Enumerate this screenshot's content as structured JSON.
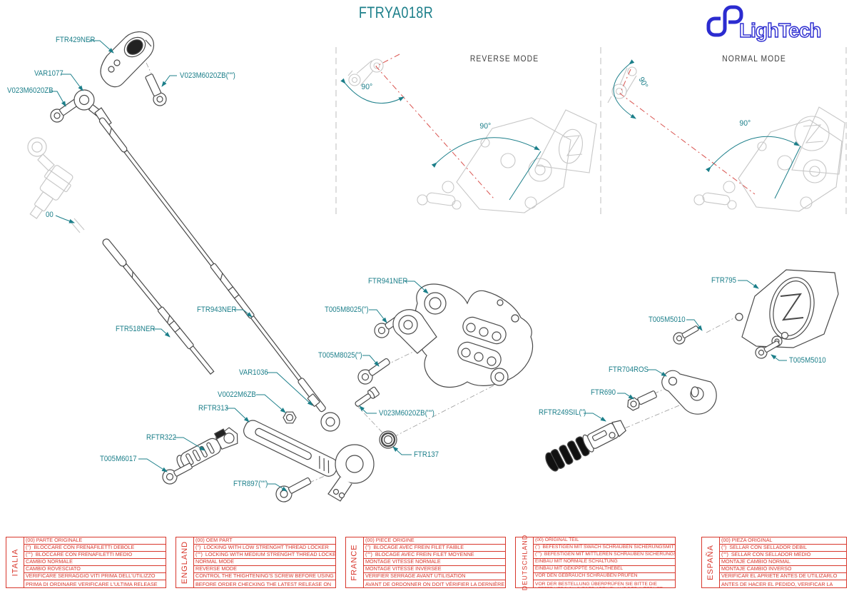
{
  "title": {
    "text": "FTRYA018R"
  },
  "logo": {
    "brand": "LighTech"
  },
  "modes": {
    "reverse": {
      "label": "REVERSE MODE",
      "angle_upper": "90°",
      "angle_lower": "90°"
    },
    "normal": {
      "label": "NORMAL MODE",
      "angle_upper": "90°",
      "angle_lower": "90°"
    }
  },
  "part_labels": [
    "FTR429NER",
    "VAR1077",
    "V023M6020ZB",
    "V023M6020ZB(\"\")",
    "00",
    "FTR943NER",
    "FTR518NER",
    "FTR941NER",
    "T005M8025(\")",
    "T005M8025(\")",
    "VAR1036",
    "V0022M6ZB",
    "RFTR313",
    "RFTR322",
    "T005M6017",
    "FTR897(\"\")",
    "V023M6020ZB(\"\")",
    "FTR137",
    "FTR795",
    "T005M5010",
    "T005M5010",
    "FTR704ROS",
    "FTR690",
    "RFTR249SIL(\")"
  ],
  "legend": {
    "boxes": [
      {
        "country": "ITALIA",
        "rows": [
          "(00) PARTE ORIGINALE",
          "(\")  BLOCCARE CON FRENAFILETTI DEBOLE",
          "(\"\")  BLOCCARE CON FRENAFILETTI MEDIO",
          "CAMBIO NORMALE",
          "CAMBIO ROVESCIATO",
          "VERIFICARE SERRAGGIO VITI PRIMA DELL'UTILIZZO",
          "PRIMA DI ORDINARE VERIFICARE L'ULTIMA RELEASE SUL SITO"
        ]
      },
      {
        "country": "ENGLAND",
        "rows": [
          "(00) OEM PART",
          "(\")  LOCKING WITH LOW STRENGHT THREAD LOCKER",
          "(\"\")  LOCKING WITH MEDIUM STRENGHT THREAD LOCKER",
          "NORMAL MODE",
          "REVERSE MODE",
          "CONTROL THE THIGHTENING'S SCREW BEFORE USING",
          "BEFORE ORDER CHECKING THE LATEST RELEASE ON WEBSITE"
        ]
      },
      {
        "country": "FRANCE",
        "rows": [
          "(00) PIECE ORIGINE",
          "(\")  BLOCAGE AVEC FREIN FILET FAIBLE",
          "(\"\")  BLOCAGE AVEC FREIN FILET MOYENNE",
          "MONTAGE VITESSE NORMALE",
          "MONTAGE VITESSE INVERSEE",
          "VERIFIER SERRAGE AVANT UTILISATION",
          "AVANT DE ORDONNER ON DOIT VÉRIFIER LA DERNIÈRE RELEASE SUR LE SITE INTERNET"
        ]
      },
      {
        "country": "DEUTSCHLAND",
        "rows": [
          "(00) ORIGINAL TEIL",
          "(\")  BEFESTIGEN MIT SWACH SCHRAUBEN SICHERUNGSMITTEL",
          "(\"\")  BEFESTIGEN MIT MITTLEREN SCHRAUBEN SICHERUNGSMITTEL",
          "EINBAU MIT NORMALE SCHALTUNG",
          "EINBAU MIT GEKIPPTE SCHALTHEBEL",
          "VOR DEN GEBRAUCH SCHRAUBEN PRÜFEN",
          "VOR DER BESTELLUNG ÜBERPRÜFEN SIE BITTE DIE LETZTE VERSION DIESER ARTIKEL AUF DER INTERNET SEITE VON LIGHTECH"
        ]
      },
      {
        "country": "ESPAÑA",
        "rows": [
          "(00) PIEZA ORIGINAL",
          "(\")  SELLAR CON SELLADOR DEBIL",
          "(\"\")  SELLAR CON SELLADOR MEDIO",
          "MONTAJE CAMBIO NORMAL",
          "MONTAJE CAMBIO INVERSO",
          "VERIFICAR EL APRIETE ANTES DE UTILIZARLO",
          "ANTES DE HACER EL PEDIDO, VERIFICAR LA ULTIMA VERSION EN LA WEB LIGHTECH"
        ]
      }
    ]
  },
  "colors": {
    "label_teal": "#1c7f8a",
    "legend_red": "#d8372c",
    "logo_blue": "#2b2bd0",
    "centerline_red": "#d9534f",
    "ghost_gray": "#c7c7c7",
    "line_dark": "#4a4a4a"
  }
}
